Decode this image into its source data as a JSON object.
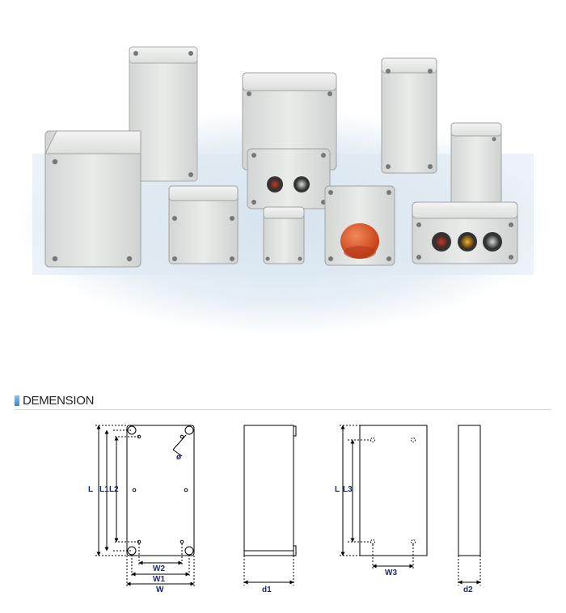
{
  "section": {
    "title": "DEMENSION"
  },
  "labels": {
    "L": "L",
    "L1": "L1",
    "L2": "L2",
    "L3": "L3",
    "W": "W",
    "W1": "W1",
    "W2": "W2",
    "W3": "W3",
    "d1": "d1",
    "d2": "d2",
    "phi": "ø"
  },
  "colors": {
    "dimension_text": "#1d2a6b",
    "section_marker": "#3d86c6",
    "enclosure_body": "#e6e8e6",
    "emergency_button": "#e05a2a",
    "backdrop_glow": "#d6e6f2"
  }
}
